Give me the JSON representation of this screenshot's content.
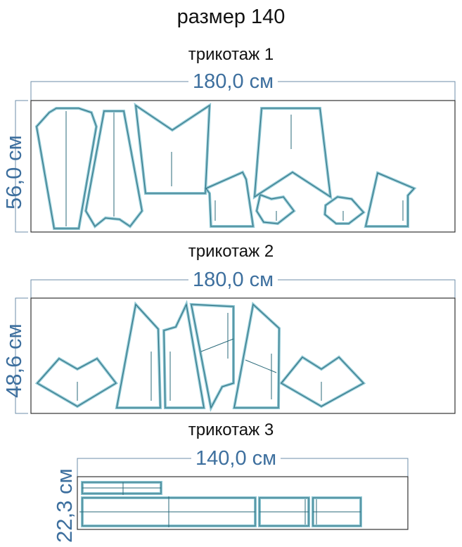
{
  "title": "размер 140",
  "colors": {
    "dimension": "#3d6f9e",
    "outline_outer": "#2a6a7a",
    "outline_inner": "#8cc6d3",
    "frame": "#333333"
  },
  "layouts": [
    {
      "label": "трикотаж 1",
      "width": "180,0 см",
      "height": "56,0 см"
    },
    {
      "label": "трикотаж 2",
      "width": "180,0 см",
      "height": "48,6 см"
    },
    {
      "label": "трикотаж 3",
      "width": "140,0 см",
      "height": "22,3 см"
    }
  ]
}
